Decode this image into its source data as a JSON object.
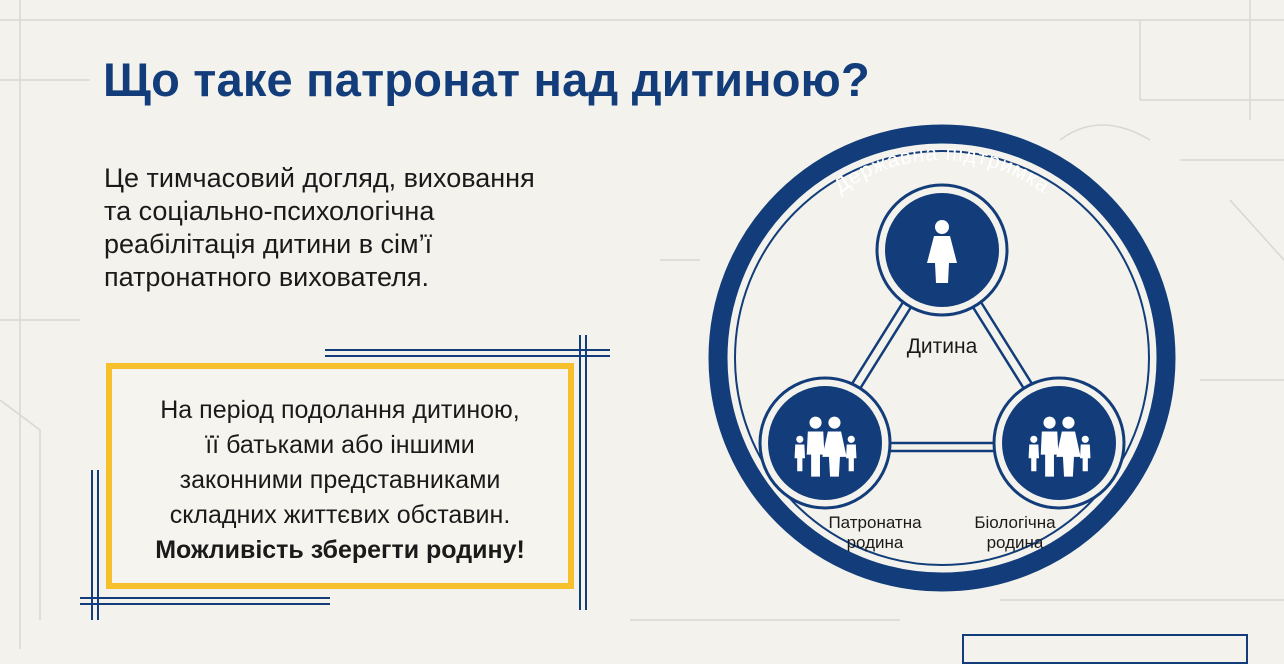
{
  "title": "Що таке патронат над дитиною?",
  "description": {
    "lines": [
      "Це тимчасовий догляд, виховання",
      "та соціально-психологічна",
      "реабілітація дитини в сім’ї",
      "патронатного вихователя."
    ]
  },
  "callout": {
    "lines": [
      "На період подолання дитиною,",
      "її батьками або іншими",
      "законними представниками",
      "складних життєвих обставин."
    ],
    "emphasis": "Можливість зберегти родину!"
  },
  "diagram": {
    "ring_label": "Державна підтримка",
    "nodes": {
      "child": {
        "label": "Дитина",
        "icon": "child-icon"
      },
      "foster": {
        "label_lines": [
          "Патронатна",
          "родина"
        ],
        "icon": "family-icon"
      },
      "biological": {
        "label_lines": [
          "Біологічна",
          "родина"
        ],
        "icon": "family-icon"
      }
    }
  },
  "colors": {
    "navy": "#123d7a",
    "yellow": "#f5c02b",
    "background": "#f4f2ec",
    "text": "#1a1a1a"
  }
}
